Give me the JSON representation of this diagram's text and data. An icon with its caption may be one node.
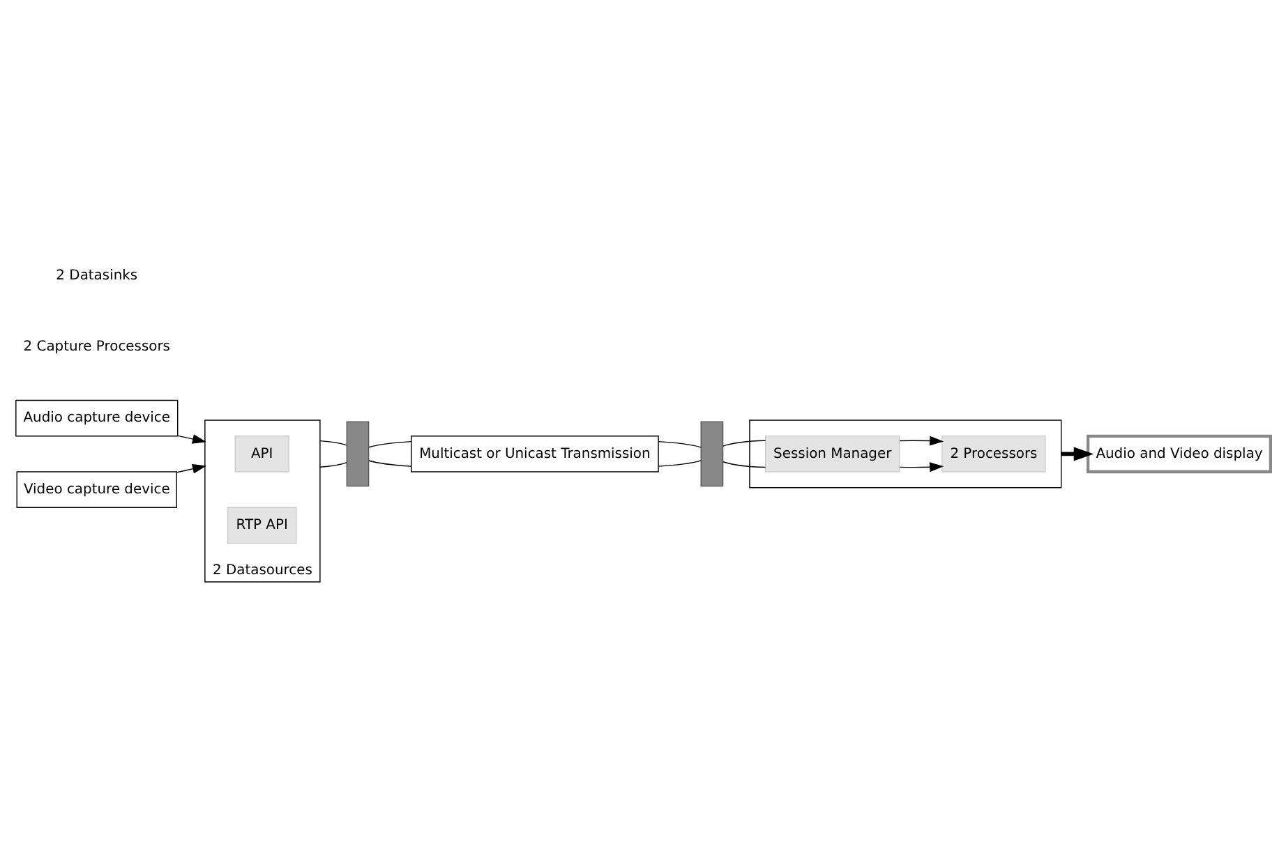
{
  "diagram": {
    "nodes": [
      {
        "text": [
          "Audio capture device"
        ]
      },
      {
        "text": [
          "Video capture device"
        ]
      },
      {
        "text": [
          "2 Datasources"
        ]
      },
      {
        "text": [
          "API"
        ],
        "in": 2
      },
      {
        "text": [
          "RTP API"
        ],
        "in": 2
      },
      {
        "text": [
          "Audio and Video display"
        ]
      },
      {
        "text": [],
        "shape": "box"
      },
      {
        "text": [
          "2 Processors"
        ],
        "in": 6
      },
      {
        "text": [
          "Session Manager"
        ],
        "in": 6
      },
      {
        "text": [],
        "shape": "bar"
      },
      {
        "text": [
          "Multicast or Unicast Transmission"
        ]
      },
      {
        "text": [],
        "shape": "bar"
      }
    ],
    "edges": [
      {
        "from": 0,
        "to": 2,
        "arrow": "to"
      },
      {
        "from": 1,
        "to": 2,
        "arrow": "to"
      },
      {
        "from": 2,
        "to": 9,
        "arrow": "none"
      },
      {
        "from": 2,
        "to": 9,
        "arrow": "none"
      },
      {
        "from": 9,
        "to": 10,
        "arrow": "none"
      },
      {
        "from": 9,
        "to": 10,
        "arrow": "none"
      },
      {
        "from": 10,
        "to": 11,
        "arrow": "none"
      },
      {
        "from": 10,
        "to": 11,
        "arrow": "none"
      },
      {
        "from": 11,
        "to": 8,
        "arrow": "none"
      },
      {
        "from": 11,
        "to": 8,
        "arrow": "none"
      },
      {
        "from": 8,
        "to": 7,
        "arrow": "to"
      },
      {
        "from": 8,
        "to": 7,
        "arrow": "to"
      },
      {
        "from": 6,
        "to": 5,
        "arrow": "to",
        "style": "thick"
      }
    ],
    "labels": [
      "2 Capture Processors",
      "2 Datasinks"
    ]
  }
}
